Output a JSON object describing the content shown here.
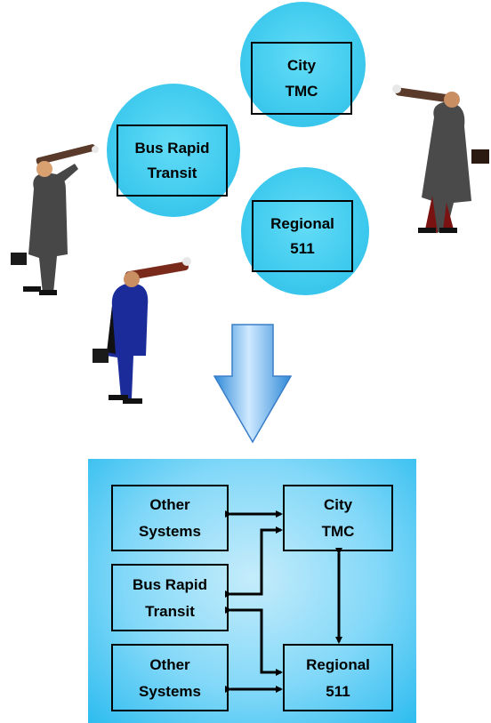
{
  "circles": {
    "city": {
      "line1": "City",
      "line2": "TMC"
    },
    "brt": {
      "line1": "Bus Rapid",
      "line2": "Transit"
    },
    "regional": {
      "line1": "Regional",
      "line2": "511"
    }
  },
  "panel": {
    "other_top": {
      "line1": "Other",
      "line2": "Systems"
    },
    "city": {
      "line1": "City",
      "line2": "TMC"
    },
    "brt": {
      "line1": "Bus Rapid",
      "line2": "Transit"
    },
    "other_bottom": {
      "line1": "Other",
      "line2": "Systems"
    },
    "regional": {
      "line1": "Regional",
      "line2": "511"
    }
  },
  "colors": {
    "circle": "#3fcaee",
    "arrow": "#4aa3e3",
    "panel": "#82d8f8"
  },
  "figures": [
    "person-with-telescope",
    "person-with-telescope",
    "person-with-telescope"
  ]
}
